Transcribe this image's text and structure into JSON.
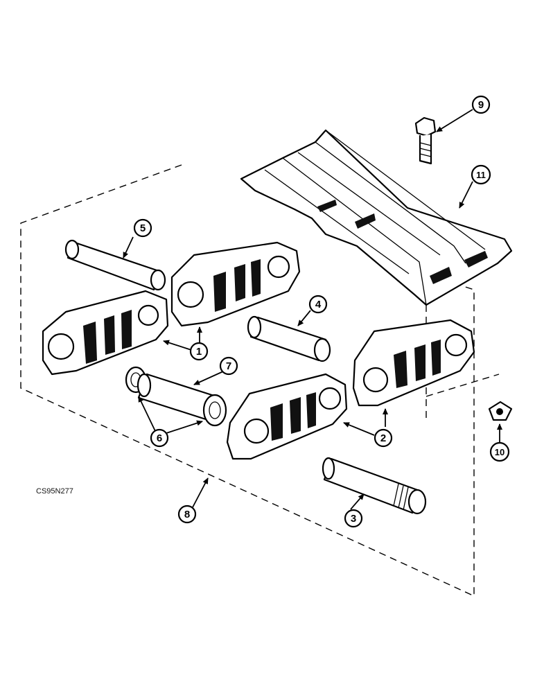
{
  "diagram": {
    "code": "CS95N277",
    "callouts": [
      {
        "id": "1",
        "label": "1"
      },
      {
        "id": "2",
        "label": "2"
      },
      {
        "id": "3",
        "label": "3"
      },
      {
        "id": "4",
        "label": "4"
      },
      {
        "id": "5",
        "label": "5"
      },
      {
        "id": "6",
        "label": "6"
      },
      {
        "id": "7",
        "label": "7"
      },
      {
        "id": "8",
        "label": "8"
      },
      {
        "id": "9",
        "label": "9"
      },
      {
        "id": "10",
        "label": "10"
      },
      {
        "id": "11",
        "label": "11"
      }
    ]
  }
}
